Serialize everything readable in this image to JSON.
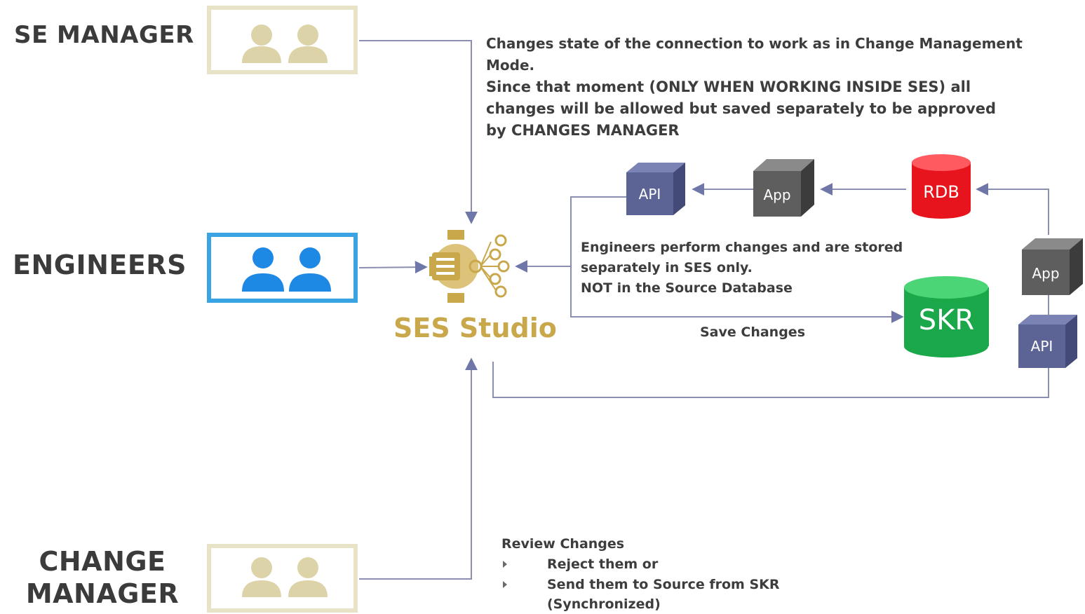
{
  "roles": {
    "se_manager": "SE MANAGER",
    "engineers": "ENGINEERS",
    "change_manager_line1": "CHANGE",
    "change_manager_line2": "MANAGER"
  },
  "studio": {
    "label": "SES Studio"
  },
  "notes": {
    "se_manager_line1": "Changes state of the connection to work as in Change Management",
    "se_manager_line2": "Mode.",
    "se_manager_line3": "Since that moment (ONLY WHEN WORKING INSIDE SES) all",
    "se_manager_line4": "changes will be allowed but saved separately to be approved",
    "se_manager_line5": "by CHANGES MANAGER",
    "engineers_line1": "Engineers perform changes and are stored",
    "engineers_line2": "separately in SES only.",
    "engineers_line3": "NOT in the Source Database",
    "save_changes": "Save Changes",
    "review_title": "Review Changes",
    "review_item1": "Reject them or",
    "review_item2": "Send them to Source from SKR",
    "review_item3": "(Synchronized)"
  },
  "nodes": {
    "api_top": "API",
    "app_top": "App",
    "rdb": "RDB",
    "skr": "SKR",
    "app_right": "App",
    "api_right": "API"
  },
  "colors": {
    "gold_border": "#e8e2c6",
    "gold_person": "#ddd3a8",
    "blue_border": "#3aa3e3",
    "blue_person": "#1e88e5",
    "cube_blue": "#5c6496",
    "cube_gray": "#5e5e5e",
    "rdb_red": "#e8141d",
    "skr_green": "#1aa84a",
    "connector": "#8a8fb0",
    "studio_gold": "#c9a84c"
  }
}
